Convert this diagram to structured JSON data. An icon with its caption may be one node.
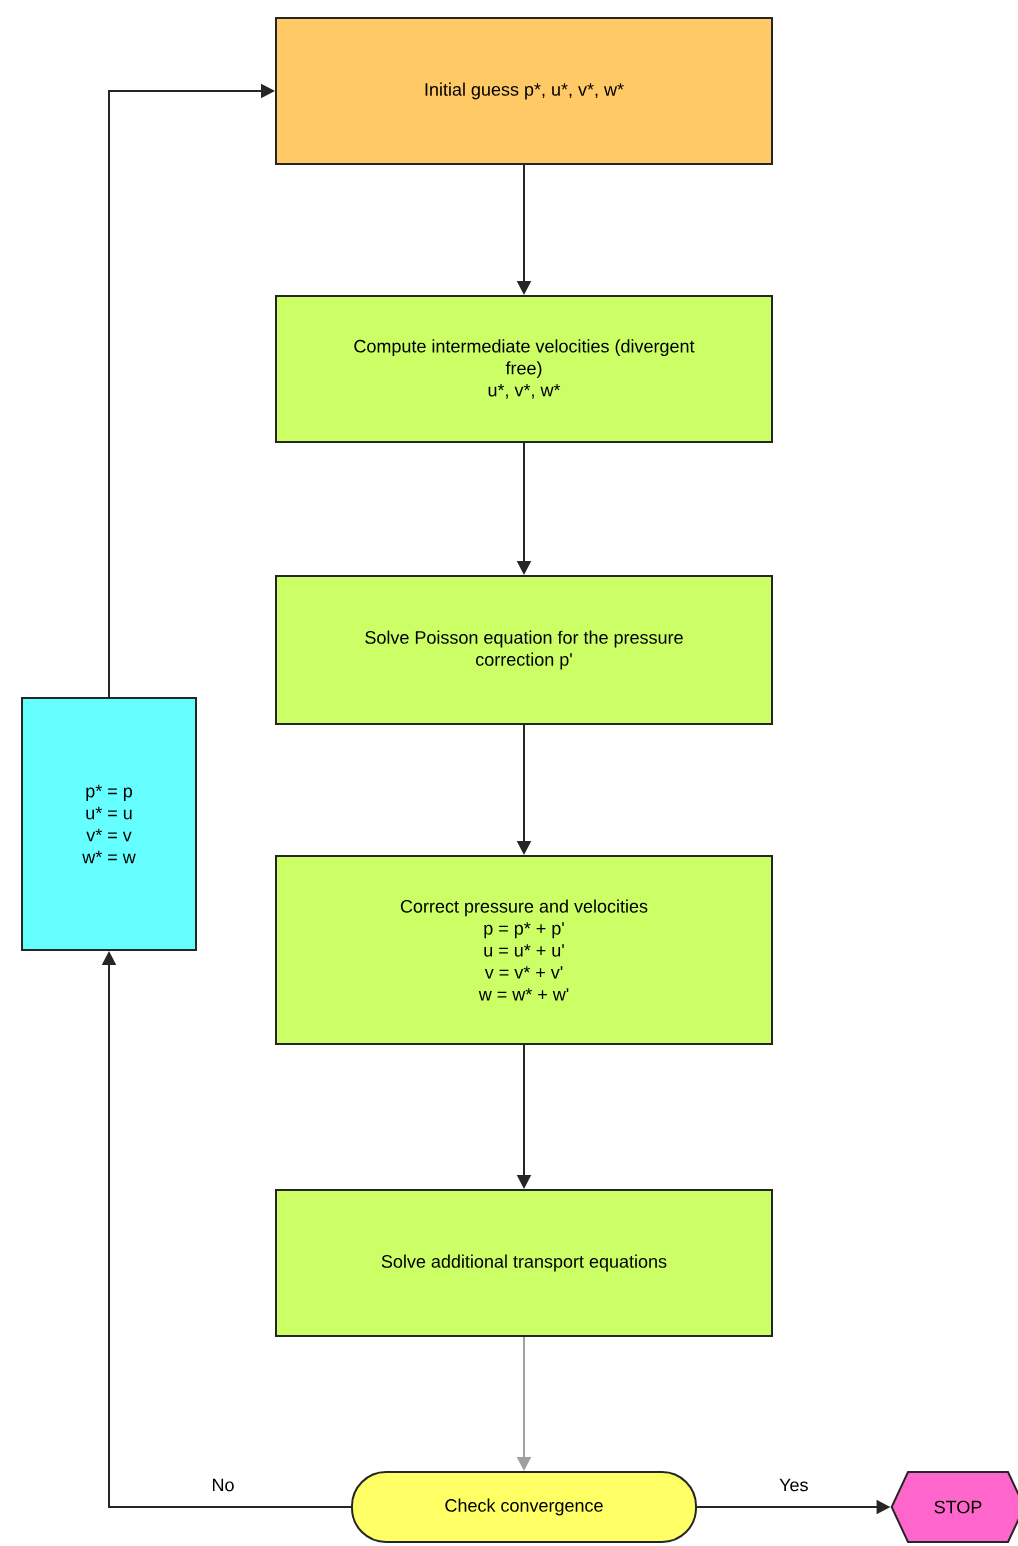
{
  "diagram": {
    "nodes": [
      {
        "text": [
          "Initial guess p*, u*, v*, w*"
        ]
      },
      {
        "text": [
          "Compute intermediate velocities (divergent free)",
          "u*, v*, w*"
        ]
      },
      {
        "text": [
          "Solve Poisson equation for the pressure correction p'"
        ]
      },
      {
        "text": [
          "Correct pressure and velocities",
          "p = p* + p'",
          "u = u* + u'",
          "v = v* + v'",
          "w = w* + w'"
        ]
      },
      {
        "text": [
          "Solve additional transport equations"
        ]
      },
      {
        "text": [
          "Check convergence"
        ]
      },
      {
        "text": [
          "STOP"
        ]
      },
      {
        "text": [
          "p* = p",
          "u* = u",
          "v* = v",
          "w* = w"
        ]
      }
    ],
    "edges": [
      {
        "from": 0,
        "to": 1,
        "arrow": "to"
      },
      {
        "from": 1,
        "to": 2,
        "arrow": "to"
      },
      {
        "from": 2,
        "to": 3,
        "arrow": "to"
      },
      {
        "from": 3,
        "to": 4,
        "arrow": "to"
      },
      {
        "from": 4,
        "to": 5,
        "arrow": "to",
        "color": "#a0a0a0"
      },
      {
        "from": 5,
        "to": 6,
        "arrow": "to",
        "label": "Yes"
      },
      {
        "from": 5,
        "to": 7,
        "arrow": "to",
        "label": "No"
      },
      {
        "from": 7,
        "to": 0,
        "arrow": "to"
      }
    ]
  }
}
